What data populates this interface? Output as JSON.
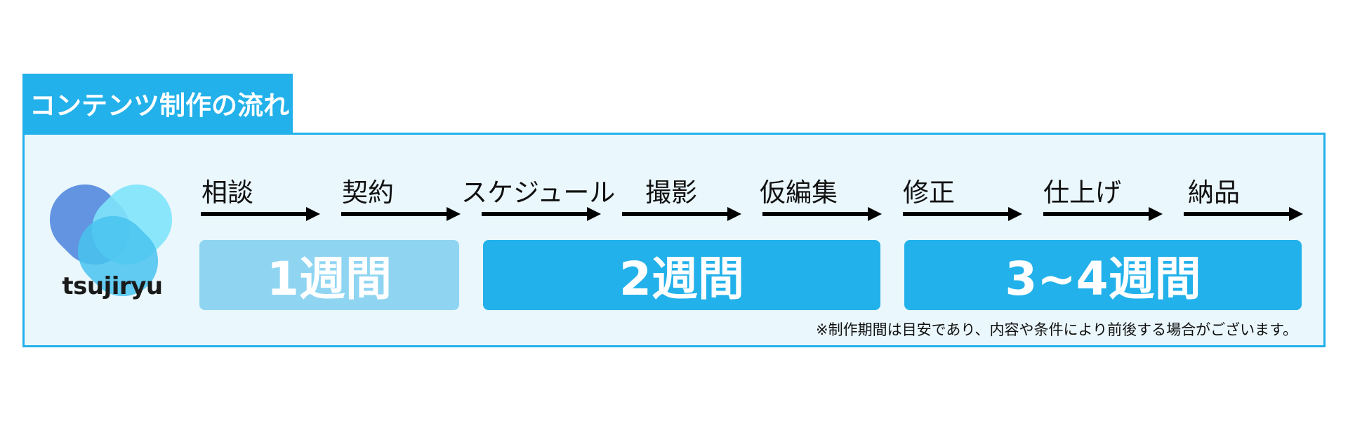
{
  "title": "コンテンツ制作の流れ",
  "logo": {
    "text": "tsujiryu",
    "icon": "heart-logo-icon"
  },
  "steps": [
    {
      "label": "相談"
    },
    {
      "label": "契約"
    },
    {
      "label": "スケジュール"
    },
    {
      "label": "撮影"
    },
    {
      "label": "仮編集"
    },
    {
      "label": "修正"
    },
    {
      "label": "仕上げ"
    },
    {
      "label": "納品"
    }
  ],
  "phases": [
    {
      "label": "1週間",
      "color": "#8fd5f2"
    },
    {
      "label": "2週間",
      "color": "#22b1ea"
    },
    {
      "label": "3~4週間",
      "color": "#22b1ea"
    }
  ],
  "note": "※制作期間は目安であり、内容や条件により前後する場合がございます。",
  "colors": {
    "accent": "#22b1ea",
    "panel_bg": "#eaf7fd",
    "arrow": "#000000"
  }
}
